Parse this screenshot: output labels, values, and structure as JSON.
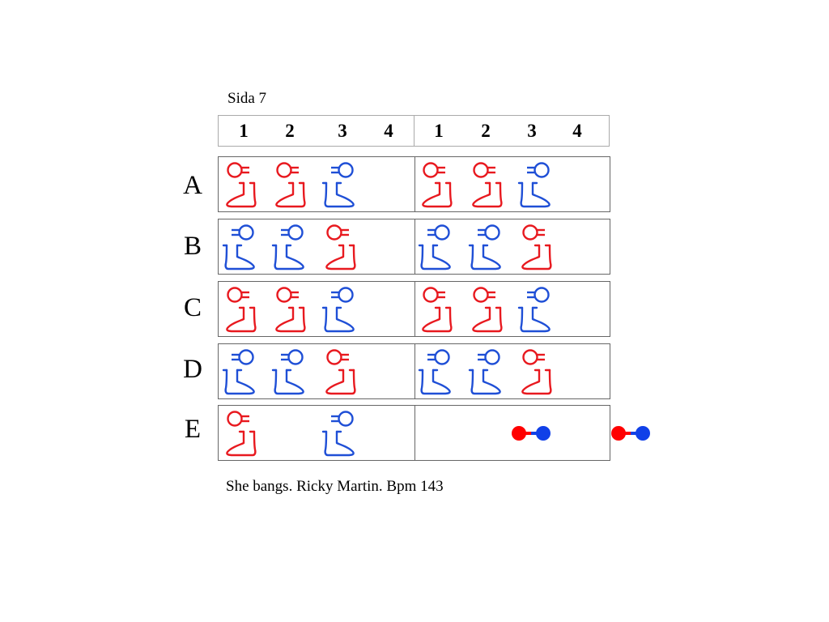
{
  "page_label": "Sida 7",
  "caption": "She bangs. Ricky Martin. Bpm 143",
  "beats": [
    "1",
    "2",
    "3",
    "4",
    "1",
    "2",
    "3",
    "4"
  ],
  "colors": {
    "left": "#e8191f",
    "right": "#1f4fd6",
    "clap_left": "#ff0000",
    "clap_right": "#1040e8"
  },
  "rows": [
    {
      "label": "A",
      "steps": [
        "left",
        "left",
        "right",
        "",
        "left",
        "left",
        "right",
        ""
      ]
    },
    {
      "label": "B",
      "steps": [
        "right",
        "right",
        "left",
        "",
        "right",
        "right",
        "left",
        ""
      ]
    },
    {
      "label": "C",
      "steps": [
        "left",
        "left",
        "right",
        "",
        "left",
        "left",
        "right",
        ""
      ]
    },
    {
      "label": "D",
      "steps": [
        "right",
        "right",
        "left",
        "",
        "right",
        "right",
        "left",
        ""
      ]
    },
    {
      "label": "E",
      "steps": [
        "left",
        "",
        "right",
        "",
        "",
        "clap",
        "",
        "clap"
      ]
    }
  ]
}
